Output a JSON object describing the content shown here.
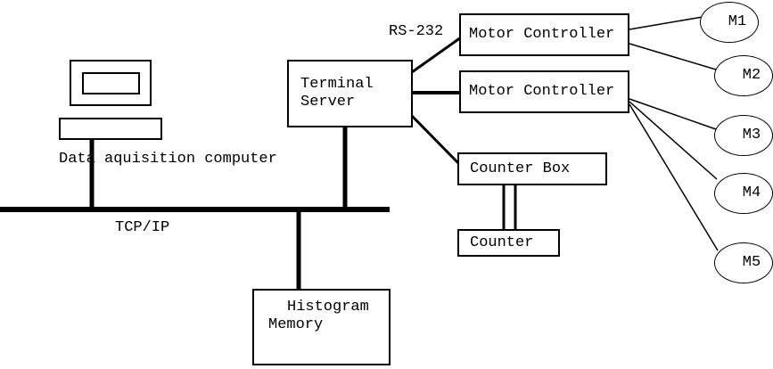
{
  "diagram": {
    "background": "#ffffff",
    "stroke_color": "#000000",
    "nodes": {
      "data_acquisition_computer": {
        "label": "Data aquisition computer"
      },
      "terminal_server": {
        "label": "Terminal\nServer"
      },
      "motor_controller_1": {
        "label": "Motor Controller"
      },
      "motor_controller_2": {
        "label": "Motor Controller"
      },
      "counter_box": {
        "label": "Counter Box"
      },
      "counter": {
        "label": "Counter"
      },
      "histogram_memory": {
        "label": "Histogram\nMemory"
      },
      "motors": [
        {
          "label": "M1"
        },
        {
          "label": "M2"
        },
        {
          "label": "M3"
        },
        {
          "label": "M4"
        },
        {
          "label": "M5"
        }
      ]
    },
    "edge_labels": {
      "serial_link": "RS-232",
      "network_bus": "TCP/IP"
    }
  }
}
